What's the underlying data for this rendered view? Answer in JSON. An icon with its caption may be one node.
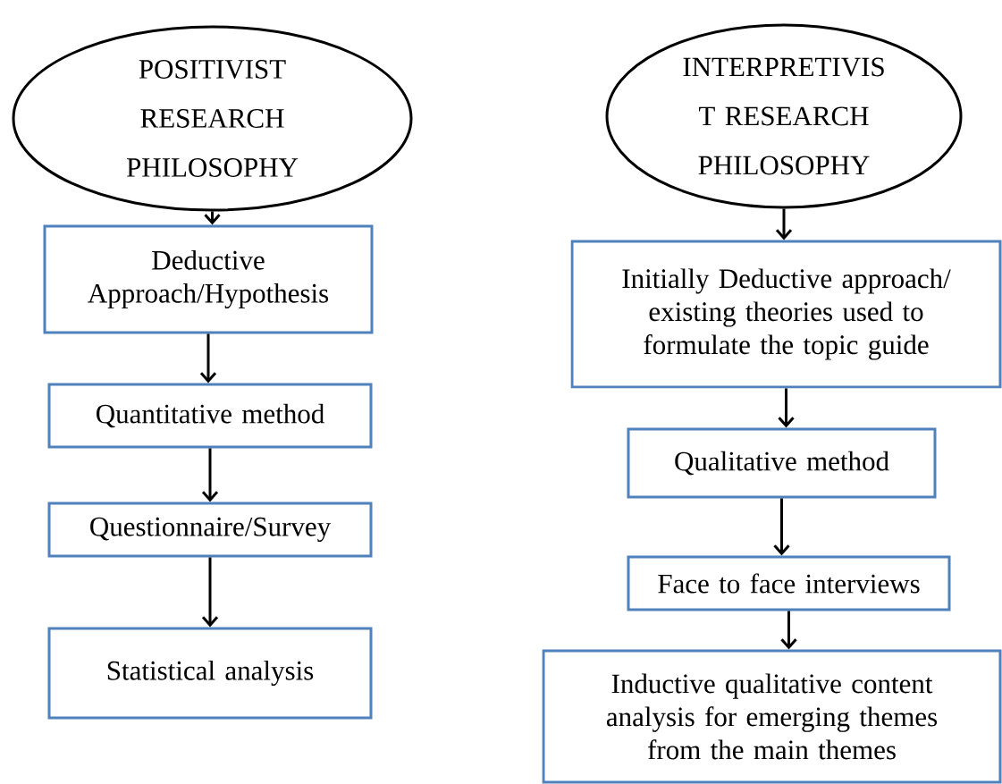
{
  "diagram": {
    "nodes": [
      {
        "text": [
          "POSITIVIST RESEARCH PHILOSOPHY"
        ]
      },
      {
        "text": [
          "Deductive Approach/Hypothesis"
        ]
      },
      {
        "text": [
          "Quantitative method"
        ]
      },
      {
        "text": [
          "Questionnaire/Survey"
        ]
      },
      {
        "text": [
          "Statistical analysis"
        ]
      },
      {
        "text": [
          "INTERPRETIVIS T RESEARCH PHILOSOPHY"
        ]
      },
      {
        "text": [
          "Initially Deductive approach/ existing theories used to formulate the topic guide"
        ]
      },
      {
        "text": [
          "Qualitative method"
        ]
      },
      {
        "text": [
          "Face to face interviews"
        ]
      },
      {
        "text": [
          "Inductive qualitative content analysis for emerging themes from the main themes"
        ]
      }
    ],
    "edges": [
      {
        "from": 0,
        "to": 1,
        "arrow": "to"
      },
      {
        "from": 1,
        "to": 2,
        "arrow": "to"
      },
      {
        "from": 2,
        "to": 3,
        "arrow": "to"
      },
      {
        "from": 3,
        "to": 4,
        "arrow": "to"
      },
      {
        "from": 5,
        "to": 6,
        "arrow": "to"
      },
      {
        "from": 6,
        "to": 7,
        "arrow": "to"
      },
      {
        "from": 7,
        "to": 8,
        "arrow": "to"
      },
      {
        "from": 8,
        "to": 9,
        "arrow": "to"
      }
    ]
  }
}
